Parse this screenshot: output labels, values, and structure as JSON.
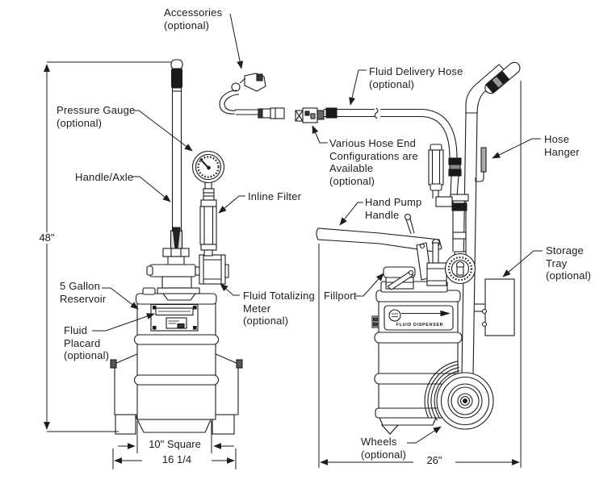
{
  "callouts": {
    "accessories": "Accessories\n(optional)",
    "pressure_gauge": "Pressure Gauge\n(optional)",
    "handle_axle": "Handle/Axle",
    "inline_filter": "Inline Filter",
    "fluid_delivery_hose": "Fluid Delivery Hose\n(optional)",
    "various_hose_end": "Various Hose End\nConfigurations are\nAvailable\n(optional)",
    "hose_hanger": "Hose\nHanger",
    "hand_pump_handle": "Hand Pump\nHandle",
    "storage_tray": "Storage\nTray\n(optional)",
    "fillport": "Fillport",
    "five_gallon_reservoir": "5 Gallon\nReservoir",
    "fluid_placard": "Fluid\nPlacard\n(optional)",
    "fluid_totalizing_meter": "Fluid Totalizing\nMeter\n(optional)",
    "wheels": "Wheels\n(optional)"
  },
  "dimensions": {
    "height": "48\"",
    "base": "10\" Square",
    "overall_width": "16 1/4",
    "overall_depth": "26\""
  },
  "decal": {
    "text": "FLUID DISPENSER"
  }
}
